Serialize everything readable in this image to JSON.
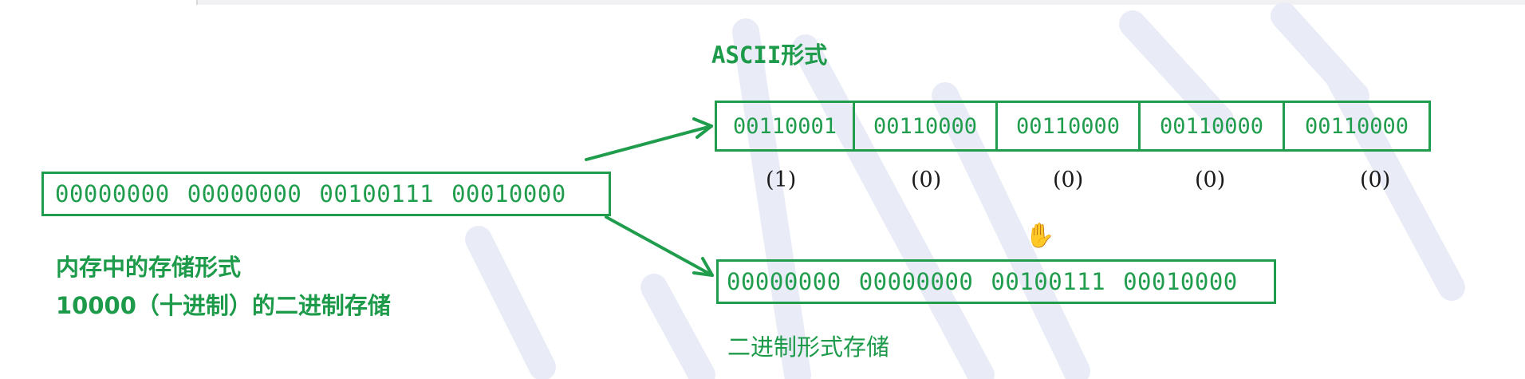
{
  "ascii": {
    "label": "ASCII形式",
    "cells": [
      "00110001",
      "00110000",
      "00110000",
      "00110000",
      "00110000"
    ],
    "digits": [
      "(1)",
      "(0)",
      "(0)",
      "(0)",
      "(0)"
    ]
  },
  "memory": {
    "groups": [
      "00000000",
      "00000000",
      "00100111",
      "00010000"
    ],
    "label_line1": "内存中的存储形式",
    "label_line2": "10000（十进制）的二进制存储"
  },
  "binary": {
    "groups": [
      "00000000",
      "00000000",
      "00100111",
      "00010000"
    ],
    "label": "二进制形式存储"
  },
  "colors": {
    "accent": "#1f9d4d",
    "text_dark": "#1a1a1a",
    "watermark": "#e9ecf7"
  },
  "icons": {
    "cursor": "hand-cursor-icon"
  }
}
